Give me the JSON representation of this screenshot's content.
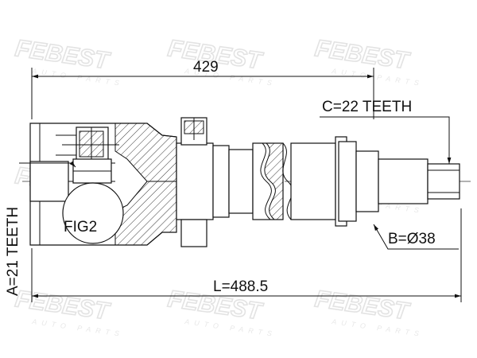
{
  "watermark": {
    "brand": "FEBEST",
    "sub": "AUTO PARTS"
  },
  "dimensions": {
    "overall_length": "429",
    "total_length": "L=488.5",
    "teeth_outer": "C=22 TEETH",
    "teeth_inner": "A=21 TEETH",
    "diameter": "B=Ø38"
  },
  "detail_callout": "FIG2",
  "colors": {
    "line": "#111111",
    "watermark": "#e3e3e3",
    "background": "#ffffff"
  }
}
